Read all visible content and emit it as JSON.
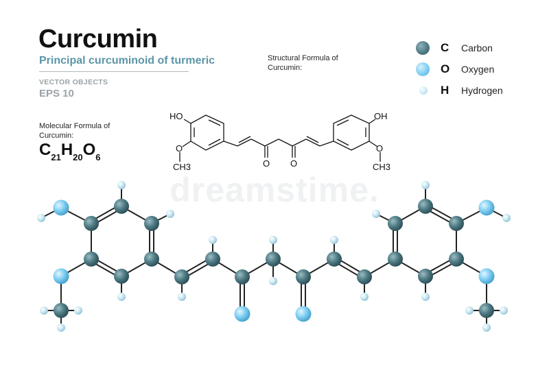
{
  "header": {
    "title": "Curcumin",
    "subtitle": "Principal curcuminoid of turmeric",
    "vector_label": "VECTOR OBJECTS",
    "eps_label": "EPS 10"
  },
  "molecular": {
    "caption": "Molecular Formula of Curcumin:",
    "formula_parts": [
      "C",
      "21",
      "H",
      "20",
      "O",
      "6"
    ]
  },
  "structural": {
    "caption": "Structural Formula of Curcumin:",
    "labels": {
      "ho_left": "HO",
      "oh_right": "OH",
      "o_left": "O",
      "o_right": "O",
      "ketone_1": "O",
      "ketone_2": "O",
      "ch3_left": "CH3",
      "ch3_right": "CH3"
    }
  },
  "legend": [
    {
      "symbol": "C",
      "name": "Carbon",
      "color": "#4f7c86"
    },
    {
      "symbol": "O",
      "name": "Oxygen",
      "color": "#7fcef2"
    },
    {
      "symbol": "H",
      "name": "Hydrogen",
      "color": "#c7e6f1"
    }
  ],
  "watermark": "dreamstime."
}
